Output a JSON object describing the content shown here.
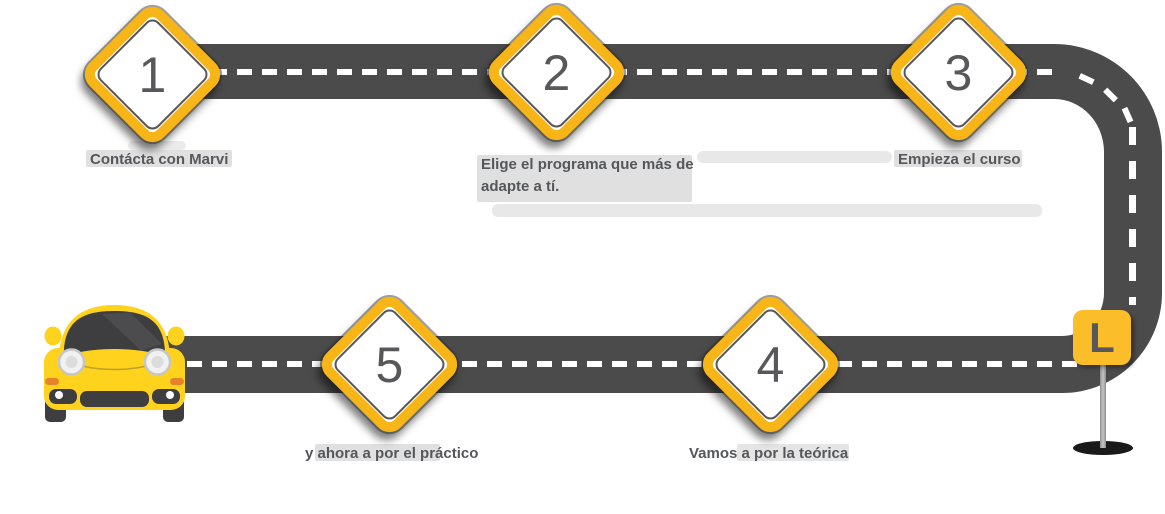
{
  "steps": [
    {
      "number": "1",
      "label": "Contácta con Marvi"
    },
    {
      "number": "2",
      "label": "Elige el programa que más de adapte a tí.",
      "lines": [
        "Elige el programa que más de",
        "adapte a tí."
      ]
    },
    {
      "number": "3",
      "label": "Empieza el curso"
    },
    {
      "number": "4",
      "label": "Vamos a por la teórica"
    },
    {
      "number": "5",
      "label": "y ahora a por el práctico"
    }
  ],
  "l_sign": {
    "letter": "L"
  },
  "colors": {
    "road": "#4b4b4c",
    "dash": "#ffffff",
    "marker_yellow": "#f8b517",
    "marker_stroke": "#58585b",
    "sign_yellow": "#fbbd2a",
    "car_yellow": "#ffd21e",
    "text": "#55575a"
  }
}
